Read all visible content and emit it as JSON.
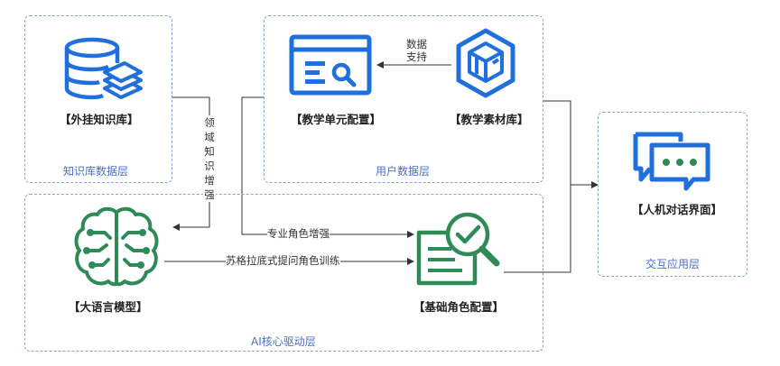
{
  "layers": {
    "knowledge": "知识库数据层",
    "user": "用户数据层",
    "ai": "AI核心驱动层",
    "interaction": "交互应用层"
  },
  "nodes": {
    "external_kb": "【外挂知识库】",
    "teaching_unit": "【教学单元配置】",
    "teaching_material": "【教学素材库】",
    "llm": "【大语言模型】",
    "base_role": "【基础角色配置】",
    "dialog_ui": "【人机对话界面】"
  },
  "edges": {
    "data_support": "数据\n支持",
    "domain_knowledge": "领域知识增强",
    "professional_role": "专业角色增强",
    "socratic": "苏格拉底式提问角色训练"
  },
  "colors": {
    "blue": "#1f6fdc",
    "green": "#2e8b57",
    "layer_border": "#8aa4d6",
    "layer_text": "#4a6fc7"
  }
}
